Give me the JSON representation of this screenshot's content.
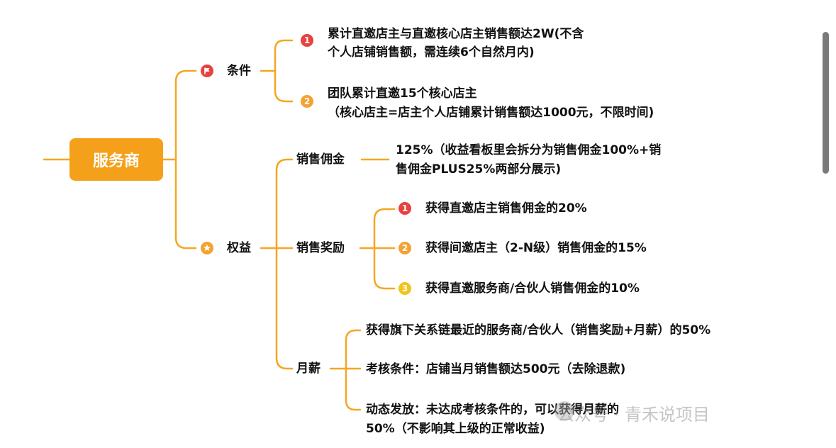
{
  "root": {
    "label": "服务商"
  },
  "branches": {
    "conditions": {
      "label": "条件",
      "icon": "flag-icon",
      "items": [
        {
          "badge": "1",
          "lines": [
            "累计直邀店主与直邀核心店主销售额达2W(不含",
            "个人店铺销售额，需连续6个自然月内)"
          ]
        },
        {
          "badge": "2",
          "lines": [
            "团队累计直邀15个核心店主",
            "（核心店主=店主个人店铺累计销售额达1000元，不限时间)"
          ]
        }
      ]
    },
    "rights": {
      "label": "权益",
      "icon": "star-icon",
      "commission": {
        "label": "销售佣金",
        "lines": [
          "125%（收益看板里会拆分为销售佣金100%+销",
          "售佣金PLUS25%两部分展示)"
        ]
      },
      "reward": {
        "label": "销售奖励",
        "items": [
          {
            "badge": "1",
            "text": "获得直邀店主销售佣金的20%"
          },
          {
            "badge": "2",
            "text": "获得间邀店主（2-N级）销售佣金的15%"
          },
          {
            "badge": "3",
            "text": "获得直邀服务商/合伙人销售佣金的10%"
          }
        ]
      },
      "salary": {
        "label": "月薪",
        "items": [
          {
            "lines": [
              "获得旗下关系链最近的服务商/合伙人（销售奖励+月薪）的50%"
            ]
          },
          {
            "lines": [
              "考核条件：店铺当月销售额达500元（去除退款)"
            ]
          },
          {
            "lines": [
              "动态发放：未达成考核条件的，可以获得月薪的",
              "50%（不影响其上级的正常收益)"
            ]
          }
        ]
      }
    }
  },
  "watermark": "公众号 · 青禾说项目",
  "colors": {
    "accent": "#f5a01a",
    "line": "#f5a623",
    "badge_red": "#e8423e",
    "badge_orange": "#f4a233",
    "badge_yellow": "#f0c419"
  }
}
